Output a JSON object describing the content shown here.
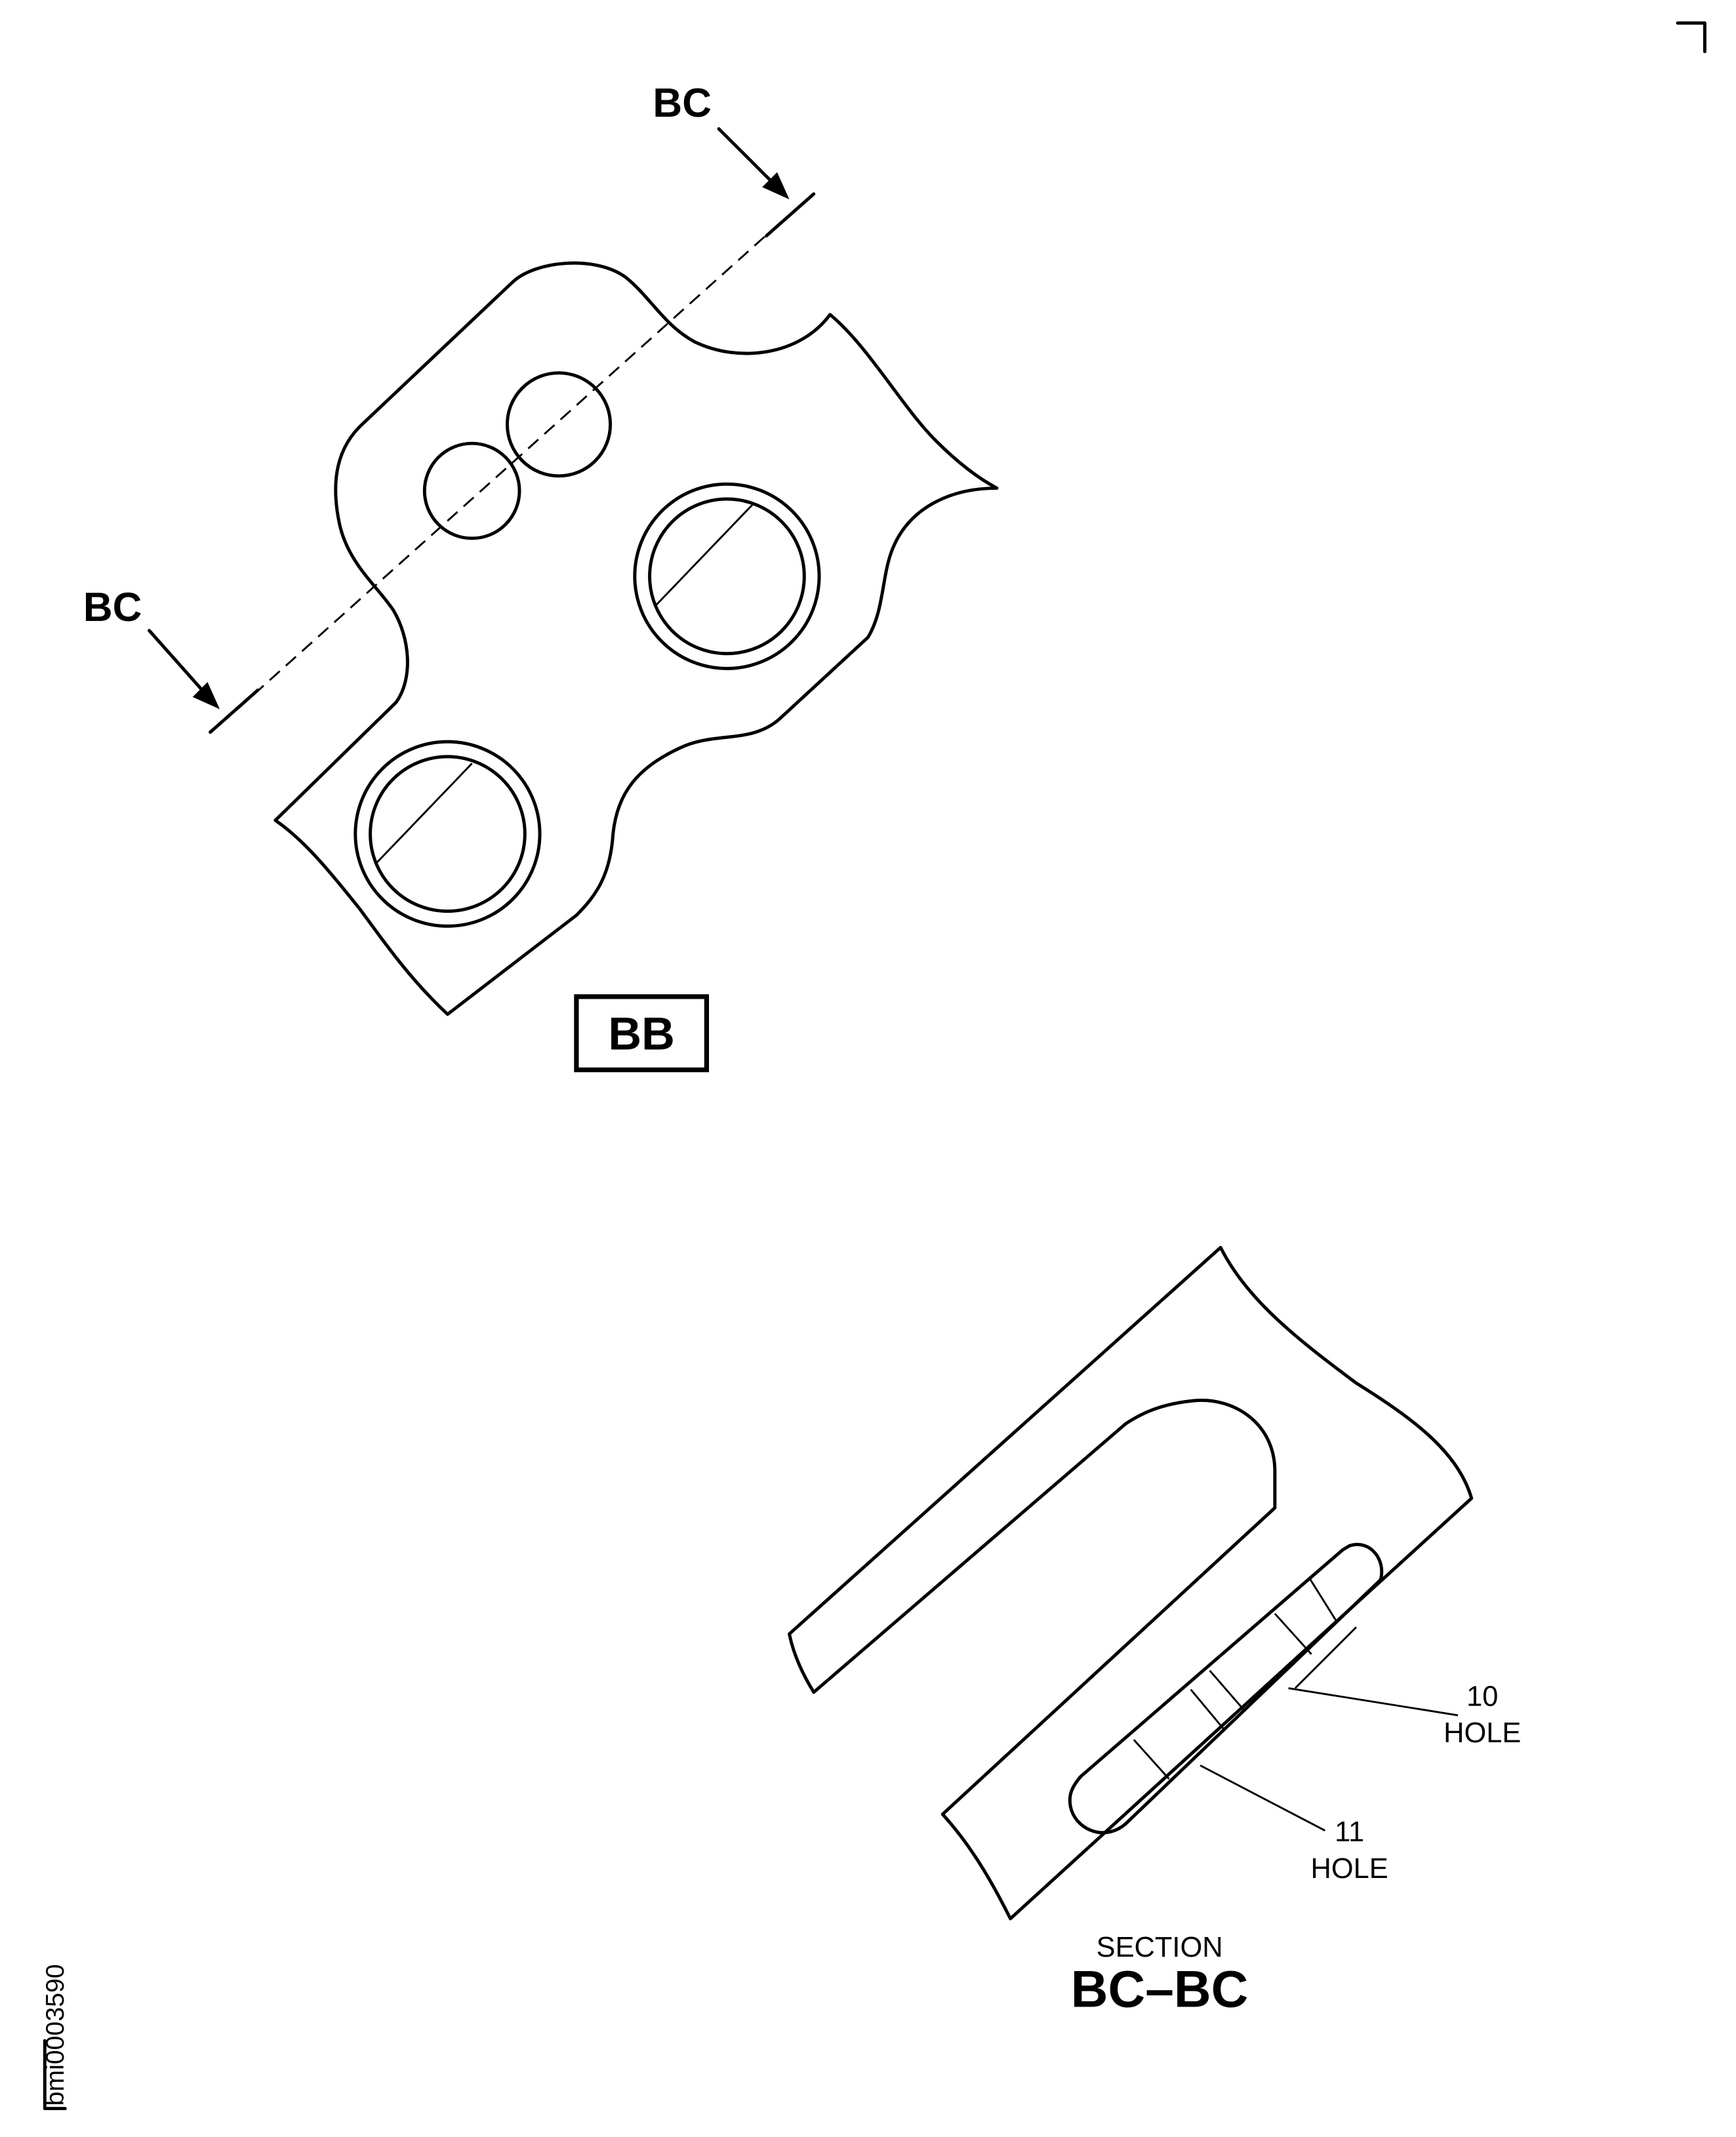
{
  "view_bb": {
    "label": "BB",
    "section_marker_top": "BC",
    "section_marker_bottom": "BC"
  },
  "section_bc": {
    "caption_small": "SECTION",
    "caption_large": "BC–BC",
    "callouts": [
      {
        "number": "10",
        "text": "HOLE"
      },
      {
        "number": "11",
        "text": "HOLE"
      }
    ]
  },
  "figure_id": "bmi0003590"
}
